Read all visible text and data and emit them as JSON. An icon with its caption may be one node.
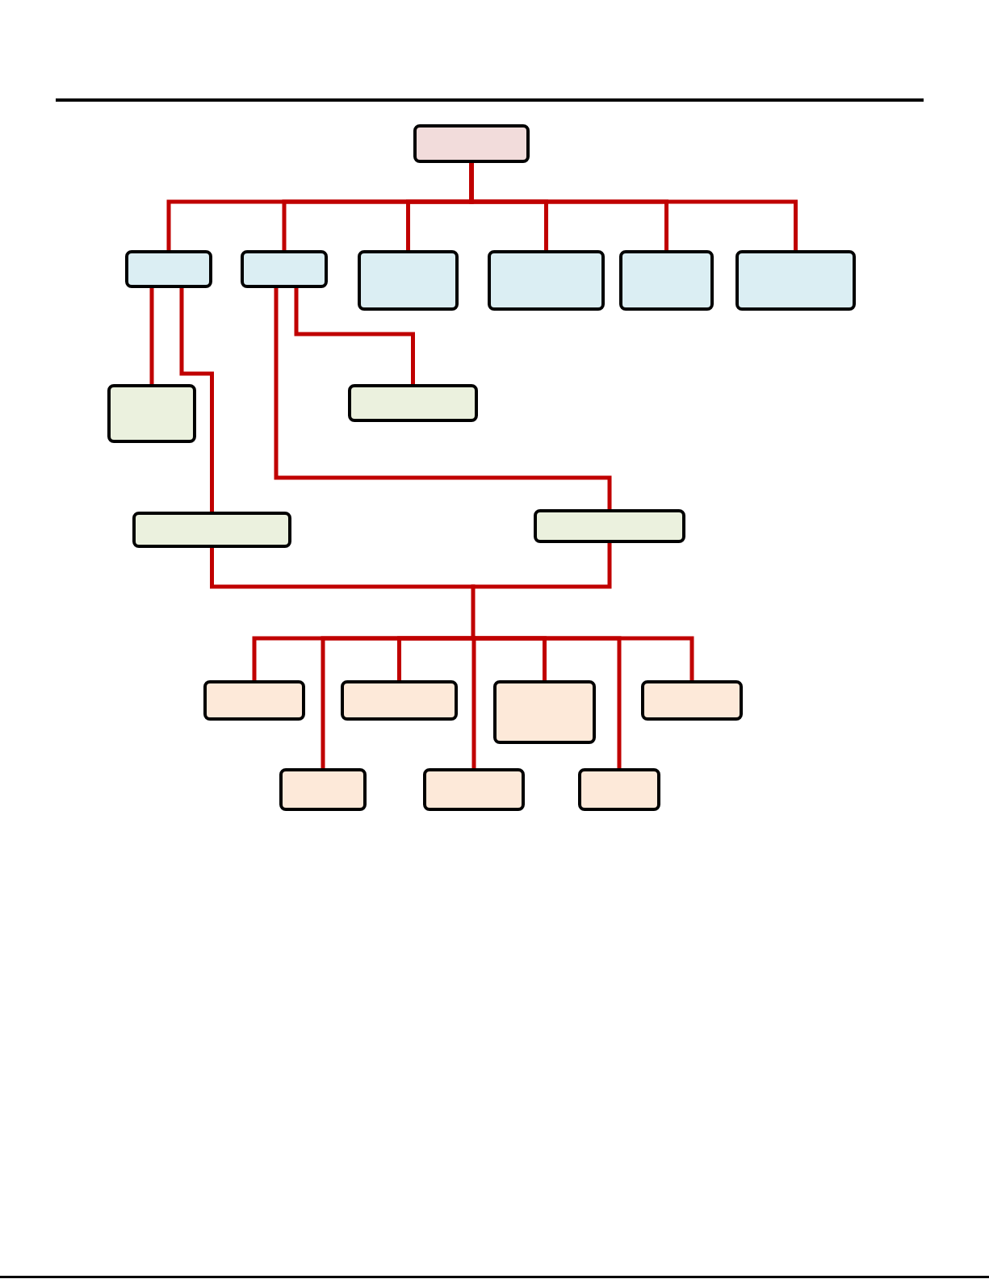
{
  "diagram": {
    "nodes": [
      {
        "text": [],
        "shape": "box"
      },
      {
        "text": [],
        "shape": "box"
      },
      {
        "text": [],
        "shape": "box"
      },
      {
        "text": [],
        "shape": "box"
      },
      {
        "text": [],
        "shape": "box"
      },
      {
        "text": [],
        "shape": "box"
      },
      {
        "text": [],
        "shape": "box"
      },
      {
        "text": [],
        "shape": "box"
      },
      {
        "text": [],
        "shape": "box"
      },
      {
        "text": [],
        "shape": "box"
      },
      {
        "text": [],
        "shape": "box"
      },
      {
        "text": [],
        "shape": "box"
      },
      {
        "text": [],
        "shape": "box"
      },
      {
        "text": [],
        "shape": "box"
      },
      {
        "text": [],
        "shape": "box"
      },
      {
        "text": [],
        "shape": "box"
      },
      {
        "text": [],
        "shape": "box"
      },
      {
        "text": [],
        "shape": "box"
      }
    ],
    "edges": [
      {
        "from": 0,
        "to": 1,
        "arrow": "none"
      },
      {
        "from": 0,
        "to": 2,
        "arrow": "none"
      },
      {
        "from": 0,
        "to": 3,
        "arrow": "none"
      },
      {
        "from": 0,
        "to": 4,
        "arrow": "none"
      },
      {
        "from": 0,
        "to": 5,
        "arrow": "none"
      },
      {
        "from": 0,
        "to": 6,
        "arrow": "none"
      },
      {
        "from": 1,
        "to": 7,
        "arrow": "none"
      },
      {
        "from": 1,
        "to": 9,
        "arrow": "none"
      },
      {
        "from": 2,
        "to": 8,
        "arrow": "none"
      },
      {
        "from": 2,
        "to": 10,
        "arrow": "none"
      },
      {
        "from": 9,
        "to": 11,
        "arrow": "none"
      },
      {
        "from": 9,
        "to": 12,
        "arrow": "none"
      },
      {
        "from": 9,
        "to": 13,
        "arrow": "none"
      },
      {
        "from": 9,
        "to": 14,
        "arrow": "none"
      },
      {
        "from": 9,
        "to": 15,
        "arrow": "none"
      },
      {
        "from": 9,
        "to": 16,
        "arrow": "none"
      },
      {
        "from": 9,
        "to": 17,
        "arrow": "none"
      },
      {
        "from": 10,
        "to": 11,
        "arrow": "none"
      },
      {
        "from": 10,
        "to": 12,
        "arrow": "none"
      },
      {
        "from": 10,
        "to": 13,
        "arrow": "none"
      },
      {
        "from": 10,
        "to": 14,
        "arrow": "none"
      },
      {
        "from": 10,
        "to": 15,
        "arrow": "none"
      },
      {
        "from": 10,
        "to": 16,
        "arrow": "none"
      },
      {
        "from": 10,
        "to": 17,
        "arrow": "none"
      }
    ]
  }
}
